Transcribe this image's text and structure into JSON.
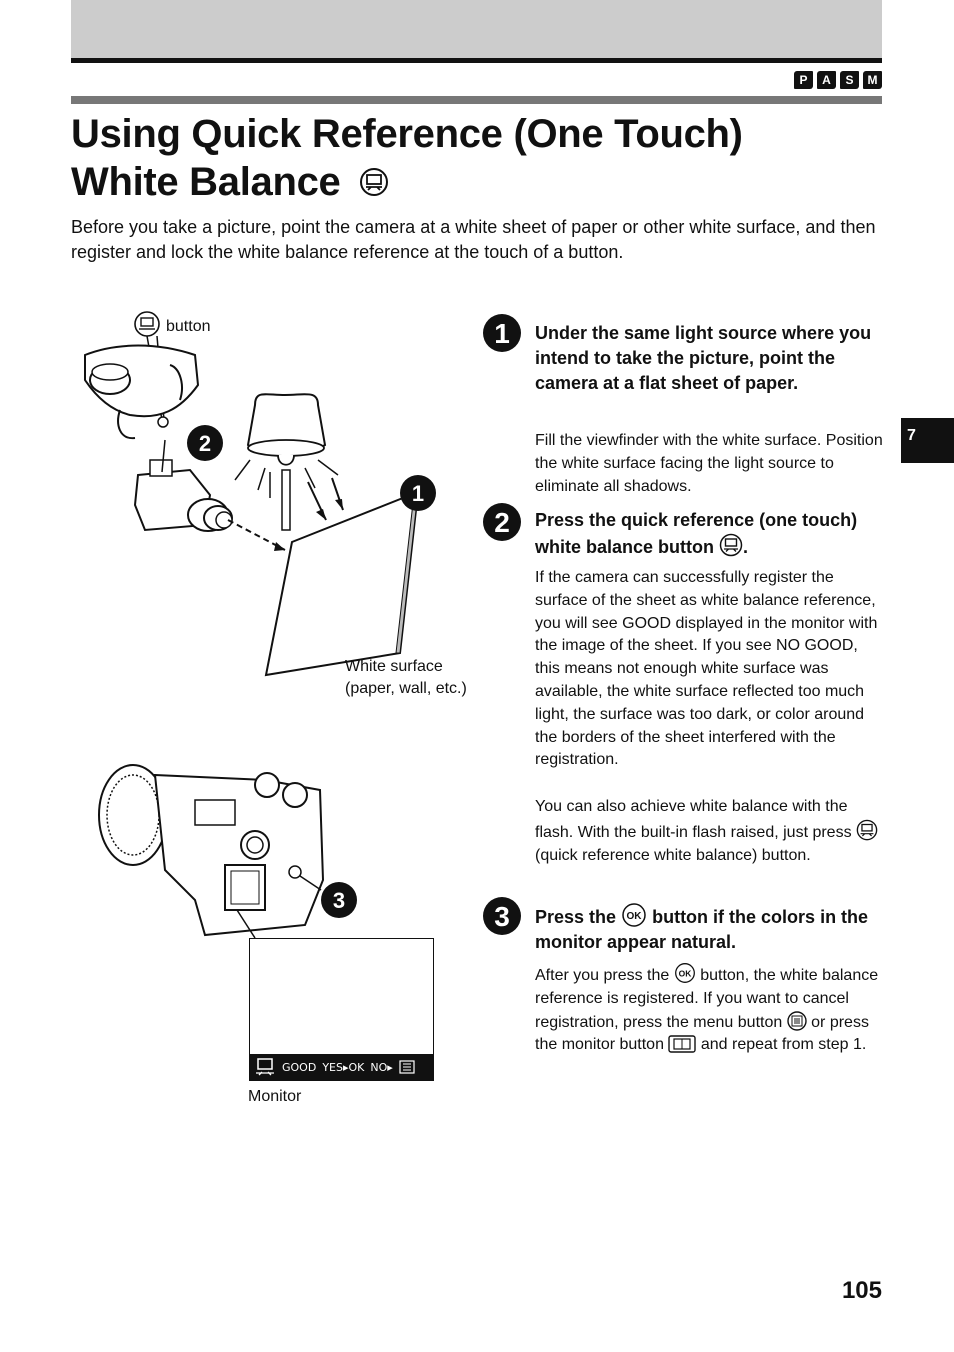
{
  "header": {
    "modes": [
      "P",
      "A",
      "S",
      "M"
    ]
  },
  "title": {
    "line1": "Using Quick Reference (One Touch)",
    "line2": "White Balance"
  },
  "intro": "Before you take a picture, point the camera at a white sheet of paper or other white surface, and then register and lock the white balance reference at the touch of a button.",
  "chapter_tab": "7",
  "figure": {
    "button_caption": "button",
    "white_surface_caption_1": "White surface",
    "white_surface_caption_2": "(paper, wall, etc.)",
    "monitor_caption": "Monitor",
    "callout_1": "1",
    "callout_2": "2",
    "callout_3": "3",
    "monitor_bar": {
      "good": "GOOD",
      "yes": "YES",
      "ok": "OK",
      "no": "NO"
    }
  },
  "steps": [
    {
      "number": "1",
      "title": "Under the same light source where you intend to take the picture, point the camera at a flat sheet of paper.",
      "body": "Fill the viewfinder with the white surface. Position the white surface facing the light source to eliminate all shadows."
    },
    {
      "number": "2",
      "title": "Press the quick reference (one touch) white balance button",
      "title_end": ".",
      "body": "If the camera can successfully register the surface of the sheet as white balance reference, you will see GOOD displayed in the monitor with the image of the sheet. If you see NO GOOD, this means not enough white surface was available, the white surface reflected too much light, the surface was too dark, or color around the borders of the sheet interfered with the registration.",
      "body2": "You can also achieve white balance with the flash. With the built-in flash raised, just press",
      "body2_end": "(quick reference white balance) button."
    },
    {
      "number": "3",
      "title_start": "Press the",
      "title_end": "button if the colors in the monitor appear natural.",
      "body_start": "After you press the",
      "body_mid": "button, the white balance reference is registered. If you want to cancel registration, press the menu button",
      "body_mid2": "or press the monitor button",
      "body_end": "and repeat from step 1."
    }
  ],
  "page_number": "105"
}
